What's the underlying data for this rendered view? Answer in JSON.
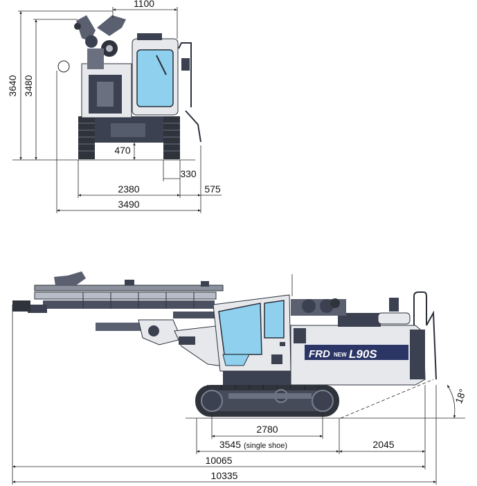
{
  "front_view": {
    "dimensions": {
      "top_width": "1100",
      "total_height": "3640",
      "cab_height": "3480",
      "ground_clearance": "470",
      "track_shoe_width": "330",
      "track_width": "2380",
      "side_extension": "575",
      "overall_width": "3490"
    }
  },
  "side_view": {
    "branding": {
      "logo": "FRD",
      "model_prefix": "NEW",
      "model": "L90S"
    },
    "dimensions": {
      "tumbler_distance": "2780",
      "track_length": "3545",
      "track_length_note": "(single shoe)",
      "rear_overhang": "2045",
      "length_a": "10065",
      "length_b": "10335",
      "angle": "18°"
    }
  },
  "colors": {
    "machine_body": "#e6e8ec",
    "dark_frame": "#3b4150",
    "track": "#2f333b",
    "glass": "#8fd0ee",
    "brand_stripe": "#2b3566"
  }
}
